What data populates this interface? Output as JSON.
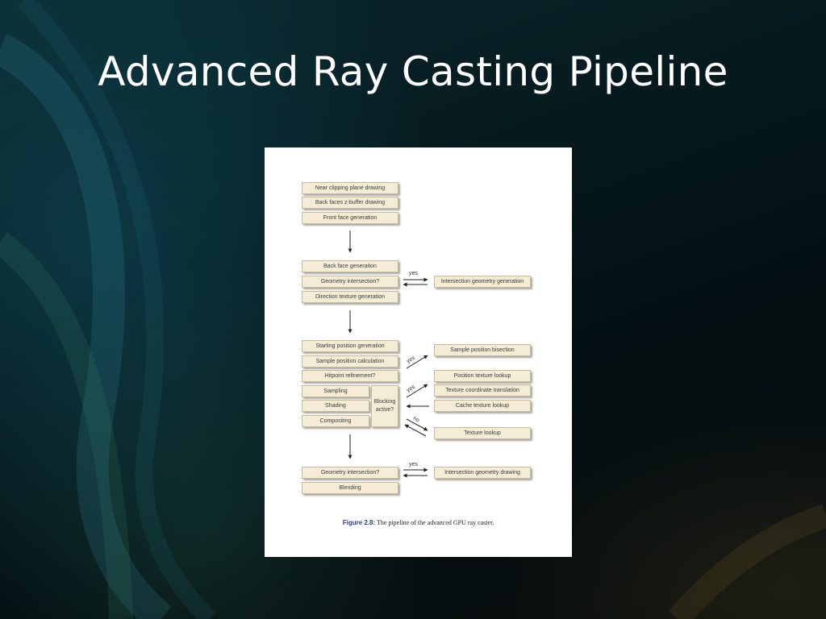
{
  "slide": {
    "title": "Advanced Ray Casting Pipeline"
  },
  "diagram": {
    "stage1": [
      "Near clipping plane drawing",
      "Back faces z-buffer drawing",
      "Front face generation"
    ],
    "stage2": [
      "Back face generation",
      "Geometry intersection?",
      "Direction texture generation"
    ],
    "stage2_side": "Intersection geometry generation",
    "stage3": [
      "Starting position generation",
      "Sample position calculation",
      "Hitpoint refinement?",
      "Sampling",
      "Shading",
      "Compositing"
    ],
    "blocking": "Blocking active?",
    "stage3_side": [
      "Sample position bisection",
      "Position texture lookup",
      "Texture coordinate translation",
      "Cache texture lookup",
      "Texture lookup"
    ],
    "stage4": [
      "Geometry intersection?",
      "Blending"
    ],
    "stage4_side": "Intersection geometry drawing",
    "labels": {
      "yes": "yes",
      "no": "no"
    }
  },
  "caption": {
    "figure_ref": "Figure 2.8:",
    "text": "The pipeline of the advanced GPU ray caster."
  }
}
